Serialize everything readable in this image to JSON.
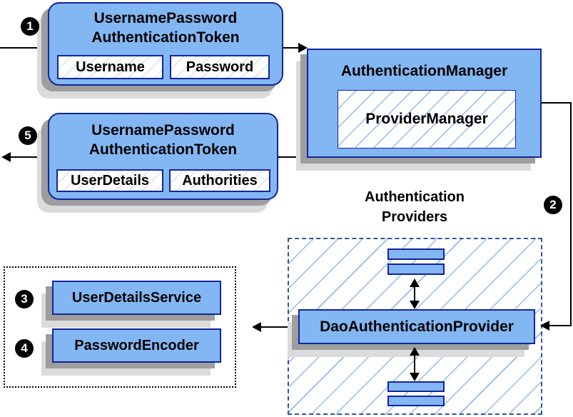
{
  "colors": {
    "box-fill": "#83B7F3",
    "box-border": "#13259A",
    "shadow-dark": "#9E9E9E",
    "shadow-light": "#DBDBDB",
    "hatch-strong": "#8FBCEE",
    "hatch-light": "#C2DAF6",
    "dashed-border": "#2F55A4",
    "line": "#000000",
    "badge-bg": "#000000",
    "badge-fg": "#FFFFFF"
  },
  "badges": {
    "step1": "1",
    "step2": "2",
    "step3": "3",
    "step4": "4",
    "step5": "5"
  },
  "nodes": {
    "request_token": {
      "title1": "UsernamePassword",
      "title2": "AuthenticationToken",
      "field1": "Username",
      "field2": "Password"
    },
    "auth_manager": {
      "title": "AuthenticationManager",
      "inner": "ProviderManager"
    },
    "result_token": {
      "title1": "UsernamePassword",
      "title2": "AuthenticationToken",
      "field1": "UserDetails",
      "field2": "Authorities"
    },
    "providers_heading": {
      "line1": "Authentication",
      "line2": "Providers"
    },
    "dao_provider": {
      "title": "DaoAuthenticationProvider"
    },
    "user_details_service": {
      "title": "UserDetailsService"
    },
    "password_encoder": {
      "title": "PasswordEncoder"
    }
  }
}
